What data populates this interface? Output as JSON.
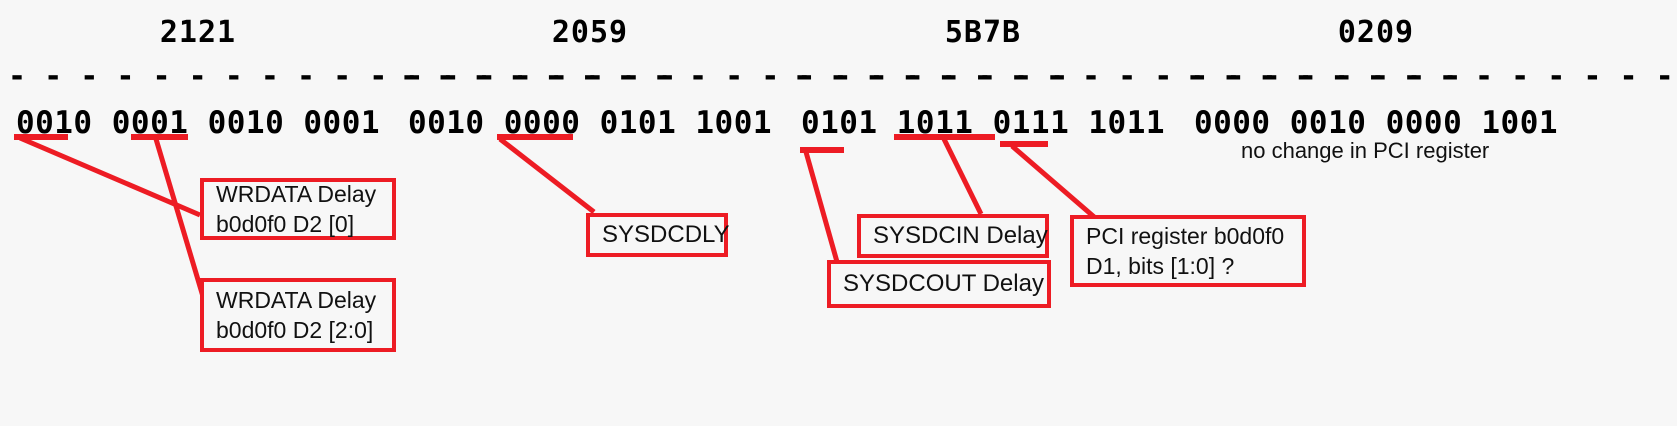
{
  "page": {
    "background_color": "#f7f7f7",
    "accent_color": "#ed1c24",
    "text_color": "#111111"
  },
  "groups": [
    {
      "id": "group-2121",
      "hex": "2121",
      "rule": "- - - - - - - - - - - - - - - - - - -",
      "bits": "0010 0001 0010 0001"
    },
    {
      "id": "group-2059",
      "hex": "2059",
      "rule": "- - - - - - - - - - - - - - - - - - -",
      "bits": "0010 0000 0101 1001"
    },
    {
      "id": "group-5b7b",
      "hex": "5B7B",
      "rule": "- - - - - - - - - - - - - - - - - - -",
      "bits": "0101 1011 0111 1011"
    },
    {
      "id": "group-0209",
      "hex": "0209",
      "rule": "- - - - - - - - - - - - - - - - - - -",
      "bits": "0000 0010 0000 1001"
    }
  ],
  "notes": {
    "no_change": "no change in PCI register"
  },
  "callouts": [
    {
      "id": "callout-wrdata-d2-0",
      "lines": [
        "WRDATA Delay",
        "b0d0f0 D2 [0]"
      ]
    },
    {
      "id": "callout-wrdata-d2-2-0",
      "lines": [
        "WRDATA Delay",
        "b0d0f0 D2 [2:0]"
      ]
    },
    {
      "id": "callout-sysdcdly",
      "lines": [
        "SYSDCDLY"
      ]
    },
    {
      "id": "callout-sysdcin-delay",
      "lines": [
        "SYSDCIN Delay"
      ]
    },
    {
      "id": "callout-sysdcout-delay",
      "lines": [
        "SYSDCOUT Delay"
      ]
    },
    {
      "id": "callout-pci-register",
      "lines": [
        "PCI register b0d0f0",
        "D1, bits [1:0] ?"
      ]
    }
  ]
}
